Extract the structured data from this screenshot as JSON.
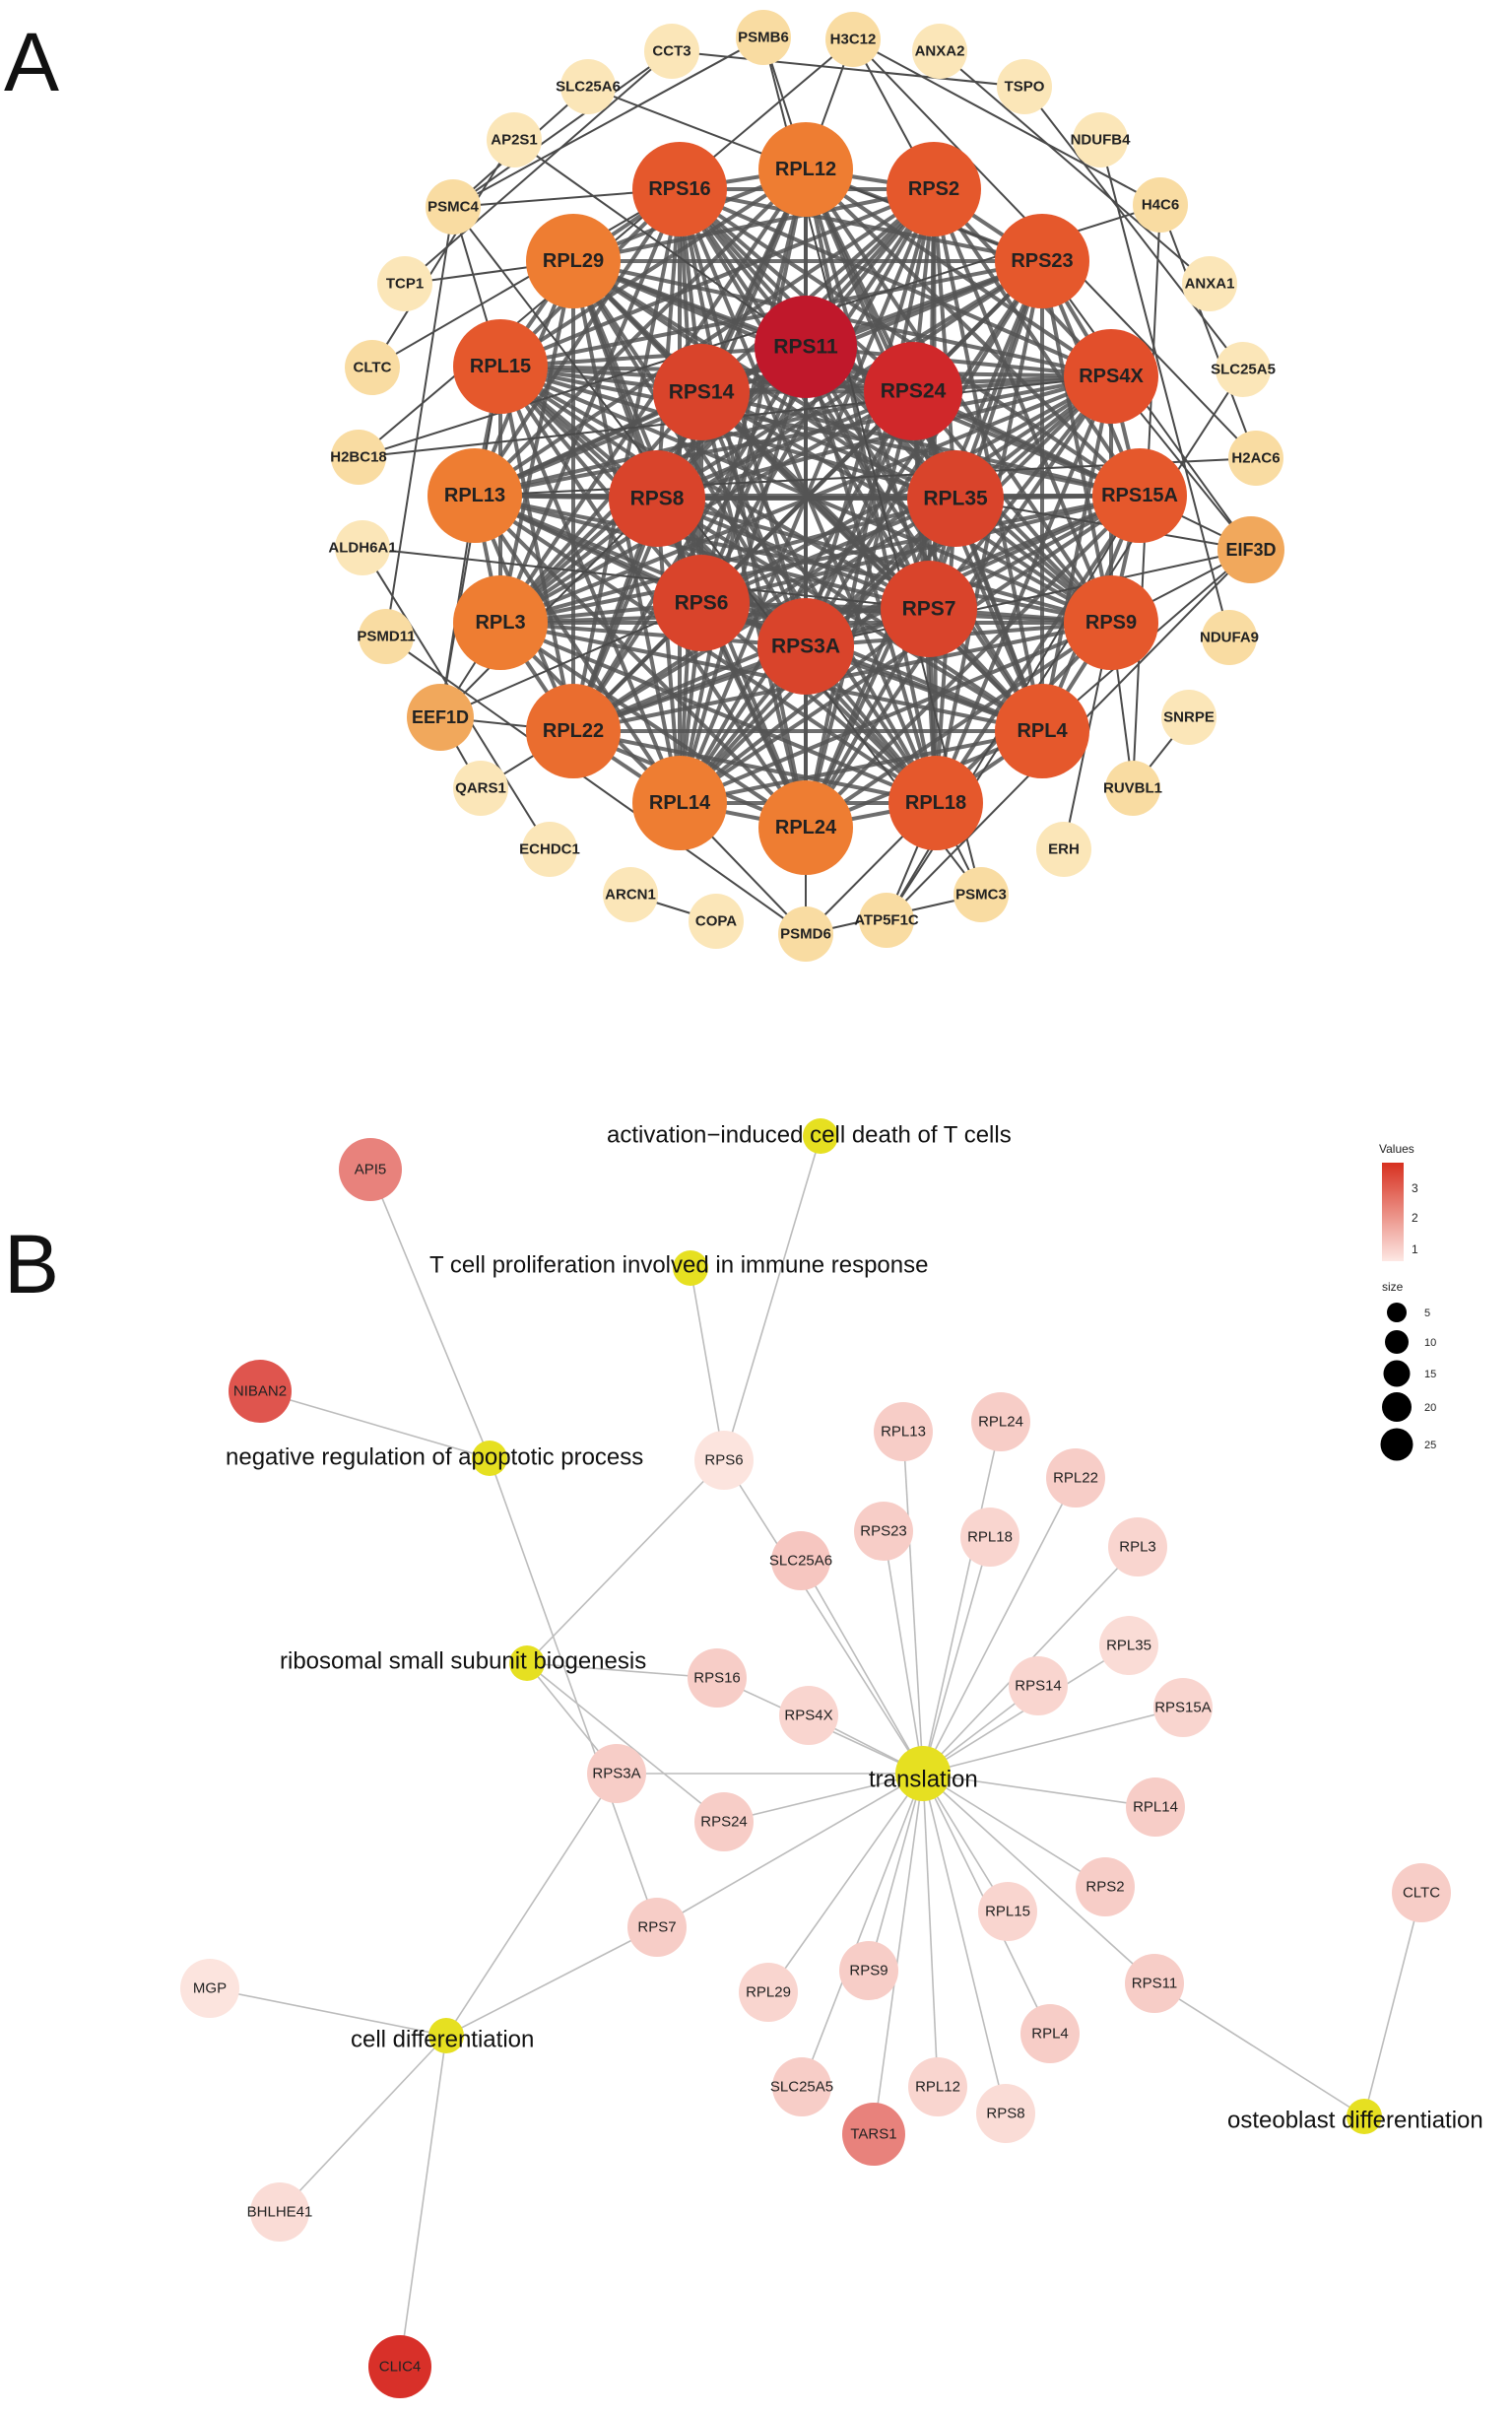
{
  "panels": {
    "a_label": "A",
    "b_label": "B"
  },
  "network_a": {
    "nodes": [
      {
        "id": "RPS11",
        "tier": "top"
      },
      {
        "id": "RPS24",
        "tier": "high"
      },
      {
        "id": "RPS14",
        "tier": "mid"
      },
      {
        "id": "RPS8",
        "tier": "mid"
      },
      {
        "id": "RPL35",
        "tier": "mid"
      },
      {
        "id": "RPS6",
        "tier": "mid"
      },
      {
        "id": "RPS7",
        "tier": "mid"
      },
      {
        "id": "RPS3A",
        "tier": "mid"
      },
      {
        "id": "RPL12",
        "tier": "ring"
      },
      {
        "id": "RPS2",
        "tier": "ring"
      },
      {
        "id": "RPS23",
        "tier": "ring"
      },
      {
        "id": "RPS4X",
        "tier": "ring"
      },
      {
        "id": "RPS15A",
        "tier": "ring"
      },
      {
        "id": "RPS9",
        "tier": "ring"
      },
      {
        "id": "RPL4",
        "tier": "ring"
      },
      {
        "id": "RPL18",
        "tier": "ring"
      },
      {
        "id": "RPL24",
        "tier": "ring"
      },
      {
        "id": "RPL14",
        "tier": "ring"
      },
      {
        "id": "RPL22",
        "tier": "ring"
      },
      {
        "id": "RPL3",
        "tier": "ring"
      },
      {
        "id": "RPL13",
        "tier": "ring"
      },
      {
        "id": "RPL15",
        "tier": "ring"
      },
      {
        "id": "RPL29",
        "tier": "ring"
      },
      {
        "id": "RPS16",
        "tier": "ring"
      },
      {
        "id": "EIF3D",
        "tier": "outer-mid"
      },
      {
        "id": "EEF1D",
        "tier": "outer-mid"
      },
      {
        "id": "PSMB6",
        "tier": "outer"
      },
      {
        "id": "H3C12",
        "tier": "outer"
      },
      {
        "id": "ANXA2",
        "tier": "outer"
      },
      {
        "id": "TSPO",
        "tier": "outer"
      },
      {
        "id": "NDUFB4",
        "tier": "outer"
      },
      {
        "id": "H4C6",
        "tier": "outer"
      },
      {
        "id": "ANXA1",
        "tier": "outer"
      },
      {
        "id": "SLC25A5",
        "tier": "outer"
      },
      {
        "id": "H2AC6",
        "tier": "outer"
      },
      {
        "id": "NDUFA9",
        "tier": "outer"
      },
      {
        "id": "SNRPE",
        "tier": "outer"
      },
      {
        "id": "RUVBL1",
        "tier": "outer"
      },
      {
        "id": "ERH",
        "tier": "outer"
      },
      {
        "id": "PSMC3",
        "tier": "outer"
      },
      {
        "id": "ATP5F1C",
        "tier": "outer"
      },
      {
        "id": "PSMD6",
        "tier": "outer"
      },
      {
        "id": "COPA",
        "tier": "outer"
      },
      {
        "id": "ARCN1",
        "tier": "outer"
      },
      {
        "id": "ECHDC1",
        "tier": "outer"
      },
      {
        "id": "QARS1",
        "tier": "outer"
      },
      {
        "id": "PSMD11",
        "tier": "outer"
      },
      {
        "id": "ALDH6A1",
        "tier": "outer"
      },
      {
        "id": "H2BC18",
        "tier": "outer"
      },
      {
        "id": "CLTC",
        "tier": "outer"
      },
      {
        "id": "TCP1",
        "tier": "outer"
      },
      {
        "id": "PSMC4",
        "tier": "outer"
      },
      {
        "id": "AP2S1",
        "tier": "outer"
      },
      {
        "id": "SLC25A6",
        "tier": "outer"
      },
      {
        "id": "CCT3",
        "tier": "outer"
      }
    ],
    "extra_edges": [
      [
        "PSMB6",
        "PSMC4"
      ],
      [
        "PSMB6",
        "PSMC3"
      ],
      [
        "PSMB6",
        "RPL12"
      ],
      [
        "CCT3",
        "TCP1"
      ],
      [
        "CCT3",
        "PSMC4"
      ],
      [
        "SLC25A6",
        "RPS23"
      ],
      [
        "SLC25A6",
        "PSMC4"
      ],
      [
        "H3C12",
        "H4C6"
      ],
      [
        "H3C12",
        "H2AC6"
      ],
      [
        "H3C12",
        "H2BC18"
      ],
      [
        "H3C12",
        "RPS2"
      ],
      [
        "ANXA2",
        "ANXA1"
      ],
      [
        "TSPO",
        "SLC25A5"
      ],
      [
        "TSPO",
        "CCT3"
      ],
      [
        "NDUFB4",
        "NDUFA9"
      ],
      [
        "H4C6",
        "H2AC6"
      ],
      [
        "H4C6",
        "H2BC18"
      ],
      [
        "SLC25A5",
        "ATP5F1C"
      ],
      [
        "EIF3D",
        "RPS4X"
      ],
      [
        "EIF3D",
        "RPS9"
      ],
      [
        "EIF3D",
        "RPL4"
      ],
      [
        "EIF3D",
        "RPS15A"
      ],
      [
        "EIF3D",
        "RPS23"
      ],
      [
        "EIF3D",
        "RPL35"
      ],
      [
        "EIF3D",
        "RPS3A"
      ],
      [
        "EEF1D",
        "RPL3"
      ],
      [
        "EEF1D",
        "RPL22"
      ],
      [
        "EEF1D",
        "RPS6"
      ],
      [
        "EEF1D",
        "QARS1"
      ],
      [
        "EEF1D",
        "RPL15"
      ],
      [
        "EEF1D",
        "RPL13"
      ],
      [
        "EEF1D",
        "RPS8"
      ],
      [
        "PSMD11",
        "PSMC4"
      ],
      [
        "PSMD11",
        "PSMD6"
      ],
      [
        "PSMD6",
        "PSMC3"
      ],
      [
        "PSMD6",
        "RPL14"
      ],
      [
        "PSMD6",
        "RPL24"
      ],
      [
        "PSMD6",
        "RPL18"
      ],
      [
        "PSMC3",
        "RPL18"
      ],
      [
        "PSMC3",
        "PSMC4"
      ],
      [
        "ATP5F1C",
        "RPL18"
      ],
      [
        "ATP5F1C",
        "RPS15A"
      ],
      [
        "ATP5F1C",
        "EIF3D"
      ],
      [
        "COPA",
        "ARCN1"
      ],
      [
        "RUVBL1",
        "SNRPE"
      ],
      [
        "RUVBL1",
        "RPS9"
      ],
      [
        "RUVBL1",
        "H4C6"
      ],
      [
        "ERH",
        "RPS9"
      ],
      [
        "ECHDC1",
        "ALDH6A1"
      ],
      [
        "CLTC",
        "AP2S1"
      ],
      [
        "CLTC",
        "RPS16"
      ],
      [
        "AP2S1",
        "RPS11"
      ],
      [
        "ALDH6A1",
        "RPS7"
      ],
      [
        "QARS1",
        "RPL22"
      ],
      [
        "TCP1",
        "RPL29"
      ],
      [
        "PSMC4",
        "RPL15"
      ],
      [
        "PSMC4",
        "RPS16"
      ],
      [
        "H2AC6",
        "RPL13"
      ],
      [
        "H2BC18",
        "RPS4X"
      ],
      [
        "RPL12",
        "H3C12"
      ]
    ]
  },
  "network_b": {
    "terms": [
      {
        "id": "t_act",
        "label": "activation−induced cell death of T cells"
      },
      {
        "id": "t_tprol",
        "label": "T cell proliferation involved in immune response"
      },
      {
        "id": "t_neg",
        "label": "negative regulation of apoptotic process"
      },
      {
        "id": "t_ribo",
        "label": "ribosomal small subunit biogenesis"
      },
      {
        "id": "t_trans",
        "label": "translation"
      },
      {
        "id": "t_cdiff",
        "label": "cell differentiation"
      },
      {
        "id": "t_osteo",
        "label": "osteoblast differentiation"
      }
    ],
    "genes": [
      {
        "id": "API5",
        "value": 2.3
      },
      {
        "id": "NIBAN2",
        "value": 2.9
      },
      {
        "id": "RPS6",
        "value": 1.0
      },
      {
        "id": "RPL13",
        "value": 1.3
      },
      {
        "id": "RPL24",
        "value": 1.3
      },
      {
        "id": "RPL22",
        "value": 1.3
      },
      {
        "id": "RPS23",
        "value": 1.3
      },
      {
        "id": "RPL18",
        "value": 1.2
      },
      {
        "id": "RPL3",
        "value": 1.2
      },
      {
        "id": "SLC25A6",
        "value": 1.4
      },
      {
        "id": "RPL35",
        "value": 1.1
      },
      {
        "id": "RPS14",
        "value": 1.2
      },
      {
        "id": "RPS15A",
        "value": 1.2
      },
      {
        "id": "RPS16",
        "value": 1.3
      },
      {
        "id": "RPS4X",
        "value": 1.2
      },
      {
        "id": "RPS3A",
        "value": 1.3
      },
      {
        "id": "RPS24",
        "value": 1.3
      },
      {
        "id": "RPL14",
        "value": 1.3
      },
      {
        "id": "RPS2",
        "value": 1.3
      },
      {
        "id": "RPL15",
        "value": 1.2
      },
      {
        "id": "RPS7",
        "value": 1.3
      },
      {
        "id": "MGP",
        "value": 1.0
      },
      {
        "id": "RPL29",
        "value": 1.2
      },
      {
        "id": "RPS9",
        "value": 1.3
      },
      {
        "id": "RPS11",
        "value": 1.3
      },
      {
        "id": "CLTC",
        "value": 1.3
      },
      {
        "id": "RPL4",
        "value": 1.3
      },
      {
        "id": "SLC25A5",
        "value": 1.3
      },
      {
        "id": "RPL12",
        "value": 1.2
      },
      {
        "id": "RPS8",
        "value": 1.1
      },
      {
        "id": "TARS1",
        "value": 2.3
      },
      {
        "id": "BHLHE41",
        "value": 1.1
      },
      {
        "id": "CLIC4",
        "value": 3.4
      }
    ],
    "edges": [
      [
        "t_act",
        "RPS6"
      ],
      [
        "t_tprol",
        "RPS6"
      ],
      [
        "t_neg",
        "API5"
      ],
      [
        "t_neg",
        "NIBAN2"
      ],
      [
        "t_neg",
        "RPS7"
      ],
      [
        "t_ribo",
        "RPS6"
      ],
      [
        "t_ribo",
        "RPS16"
      ],
      [
        "t_ribo",
        "RPS24"
      ],
      [
        "t_ribo",
        "RPS3A"
      ],
      [
        "t_cdiff",
        "MGP"
      ],
      [
        "t_cdiff",
        "RPS3A"
      ],
      [
        "t_cdiff",
        "RPS7"
      ],
      [
        "t_cdiff",
        "BHLHE41"
      ],
      [
        "t_cdiff",
        "CLIC4"
      ],
      [
        "t_osteo",
        "RPS11"
      ],
      [
        "t_osteo",
        "CLTC"
      ],
      [
        "t_trans",
        "RPS6"
      ],
      [
        "t_trans",
        "SLC25A6"
      ],
      [
        "t_trans",
        "RPL13"
      ],
      [
        "t_trans",
        "RPL24"
      ],
      [
        "t_trans",
        "RPL22"
      ],
      [
        "t_trans",
        "RPS23"
      ],
      [
        "t_trans",
        "RPL18"
      ],
      [
        "t_trans",
        "RPL3"
      ],
      [
        "t_trans",
        "RPL35"
      ],
      [
        "t_trans",
        "RPS14"
      ],
      [
        "t_trans",
        "RPS15A"
      ],
      [
        "t_trans",
        "RPS16"
      ],
      [
        "t_trans",
        "RPS4X"
      ],
      [
        "t_trans",
        "RPS3A"
      ],
      [
        "t_trans",
        "RPS24"
      ],
      [
        "t_trans",
        "RPL14"
      ],
      [
        "t_trans",
        "RPS2"
      ],
      [
        "t_trans",
        "RPL15"
      ],
      [
        "t_trans",
        "RPS7"
      ],
      [
        "t_trans",
        "RPL29"
      ],
      [
        "t_trans",
        "RPS9"
      ],
      [
        "t_trans",
        "RPS11"
      ],
      [
        "t_trans",
        "RPL4"
      ],
      [
        "t_trans",
        "SLC25A5"
      ],
      [
        "t_trans",
        "RPL12"
      ],
      [
        "t_trans",
        "RPS8"
      ],
      [
        "t_trans",
        "TARS1"
      ]
    ],
    "legend": {
      "values_title": "Values",
      "values_ticks": [
        "3",
        "2",
        "1"
      ],
      "size_title": "size",
      "size_ticks": [
        "5",
        "10",
        "15",
        "20",
        "25"
      ]
    }
  }
}
